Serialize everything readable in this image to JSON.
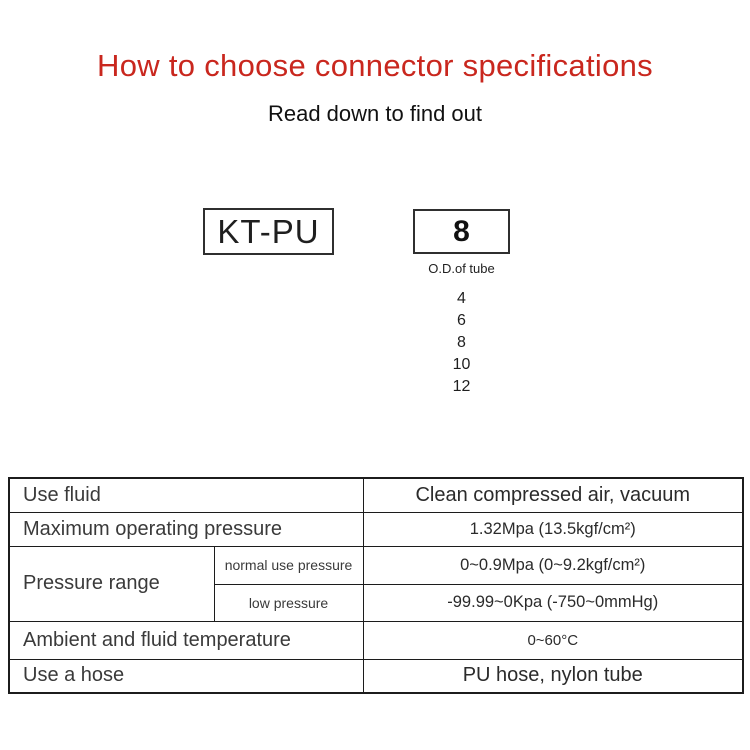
{
  "header": {
    "title": "How to choose connector specifications",
    "subtitle": "Read down to find out"
  },
  "ordering": {
    "series_code": "KT-PU",
    "size_code": "8",
    "size_caption": "O.D.of tube",
    "size_options": [
      "4",
      "6",
      "8",
      "10",
      "12"
    ]
  },
  "spec_table": {
    "use_fluid_label": "Use fluid",
    "use_fluid_value": "Clean compressed air, vacuum",
    "max_pressure_label": "Maximum operating pressure",
    "max_pressure_value": "1.32Mpa (13.5kgf/cm²)",
    "pressure_range_label": "Pressure range",
    "normal_pressure_label": "normal use pressure",
    "normal_pressure_value": "0~0.9Mpa (0~9.2kgf/cm²)",
    "low_pressure_label": "low pressure",
    "low_pressure_value": "-99.99~0Kpa (-750~0mmHg)",
    "temperature_label": "Ambient and fluid temperature",
    "temperature_value": "0~60°C",
    "hose_label": "Use a hose",
    "hose_value": "PU hose, nylon tube"
  },
  "colors": {
    "title_red": "#c9271e",
    "row_highlight_beige": "#f3ecdd",
    "table_border": "#1c1c1c"
  }
}
